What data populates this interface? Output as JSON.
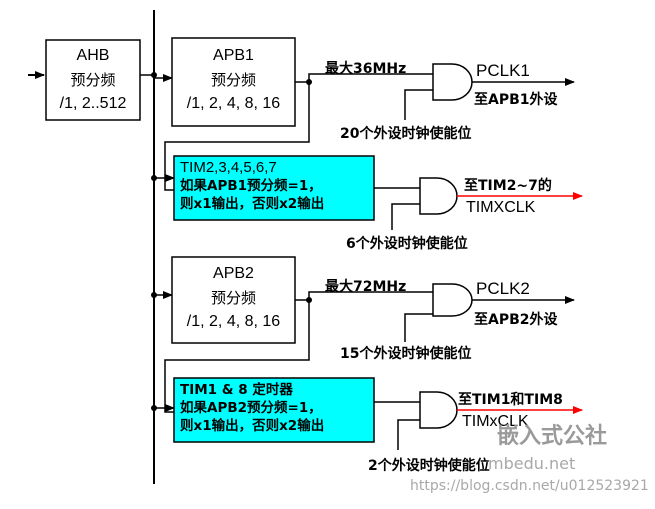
{
  "ahb": {
    "title": "AHB",
    "line2": "预分频",
    "line3": "/1, 2..512"
  },
  "apb1": {
    "title": "APB1",
    "line2": "预分频",
    "line3": "/1, 2, 4, 8, 16",
    "max_freq": "最大36MHz",
    "clk_out": "PCLK1",
    "dest": "至APB1外设",
    "enable_bits": "20个外设时钟使能位"
  },
  "tim_apb1": {
    "line1": "TIM2,3,4,5,6,7",
    "line2": "如果APB1预分频=1，",
    "line3": "则x1输出，否则x2输出",
    "dest_line1": "至TIM2~7的",
    "dest_line2": "TIMXCLK",
    "enable_bits": "6个外设时钟使能位"
  },
  "apb2": {
    "title": "APB2",
    "line2": "预分频",
    "line3": "/1, 2, 4, 8, 16",
    "max_freq": "最大72MHz",
    "clk_out": "PCLK2",
    "dest": "至APB2外设",
    "enable_bits": "15个外设时钟使能位"
  },
  "tim_apb2": {
    "line1": "TIM1 & 8 定时器",
    "line2": "如果APB2预分频=1，",
    "line3": "则x1输出，否则x2输出",
    "dest_line1": "至TIM1和TIM8",
    "dest_line2": "TIMxCLK",
    "enable_bits": "2个外设时钟使能位"
  },
  "watermark": {
    "brand": "嵌入式公社",
    "brand_url": "mbedu.net",
    "source_url": "https://blog.csdn.net/u012523921"
  },
  "colors": {
    "box_fill": "#ffffff",
    "tim_box_fill": "#00ffff",
    "line": "#000000",
    "timclk_arrow": "#ff0000"
  }
}
